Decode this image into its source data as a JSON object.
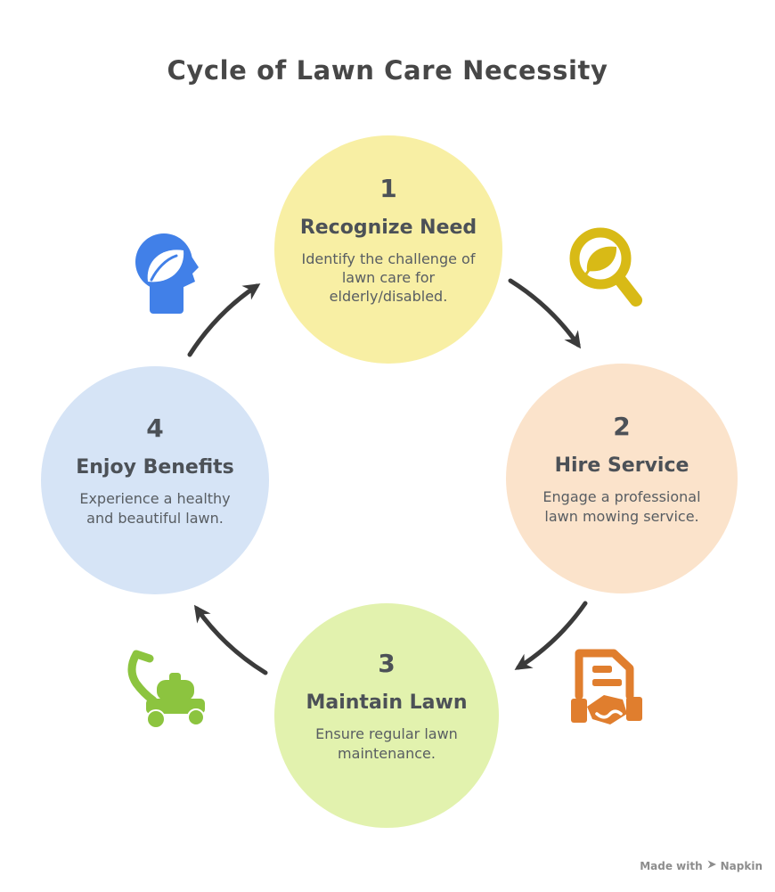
{
  "title": "Cycle of Lawn Care Necessity",
  "steps": [
    {
      "number": "1",
      "name": "Recognize Need",
      "description": "Identify the challenge of lawn care for elderly/disabled.",
      "fill": "#F8EFA4"
    },
    {
      "number": "2",
      "name": "Hire Service",
      "description": "Engage a professional lawn mowing service.",
      "fill": "#FBE3CB"
    },
    {
      "number": "3",
      "name": "Maintain Lawn",
      "description": "Ensure regular lawn maintenance.",
      "fill": "#E2F2AE"
    },
    {
      "number": "4",
      "name": "Enjoy Benefits",
      "description": "Experience a healthy and beautiful lawn.",
      "fill": "#D6E4F6"
    }
  ],
  "icons": [
    {
      "name": "mind-leaf-icon",
      "color": "#4180E8"
    },
    {
      "name": "search-leaf-icon",
      "color": "#D8BA16"
    },
    {
      "name": "contract-handshake-icon",
      "color": "#E07E2E"
    },
    {
      "name": "lawn-mower-icon",
      "color": "#8CC43F"
    }
  ],
  "arrows": {
    "color": "#3B3B3B"
  },
  "watermark": {
    "prefix": "Made with",
    "brand": "Napkin",
    "color": "#8D8D8D"
  }
}
